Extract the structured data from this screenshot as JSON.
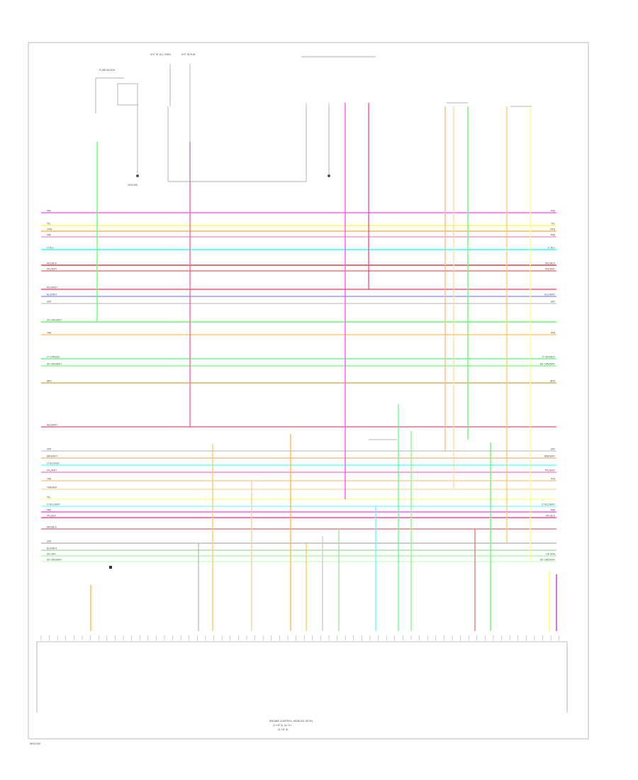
{
  "wires": [
    {
      "label_left": "PNK",
      "label_right": "PNK",
      "color": "#ff66ff"
    },
    {
      "label_left": "YEL",
      "label_right": "YEL",
      "color": "#ffff55"
    },
    {
      "label_left": "ORN",
      "label_right": "ORN",
      "color": "#ffb74d"
    },
    {
      "label_left": "PNK",
      "label_right": "PNK",
      "color": "#ff99cc"
    },
    {
      "label_left": "LT BLU",
      "label_right": "LT BLU",
      "color": "#33ffff"
    },
    {
      "label_left": "RED/BLK",
      "label_right": "RED/BLK",
      "color": "#e0404a"
    },
    {
      "label_left": "PPL/WHT",
      "label_right": "PPL/WHT",
      "color": "#ff7777"
    },
    {
      "label_left": "RED/WHT",
      "label_right": "",
      "color": "#ff5577"
    },
    {
      "label_left": "BLU/WHT",
      "label_right": "BLU/WHT",
      "color": "#9999ff"
    },
    {
      "label_left": "GRY",
      "label_right": "GRY",
      "color": "#cccccc"
    },
    {
      "label_left": "DK GRN/WHT",
      "label_right": "",
      "color": "#66ff66"
    },
    {
      "label_left": "TAN",
      "label_right": "TAN",
      "color": "#ffcc66"
    },
    {
      "label_left": "LT GRN/BLK",
      "label_right": "LT GRN/BLK",
      "color": "#66ff88"
    },
    {
      "label_left": "DK GRN/WHT",
      "label_right": "DK GRN/WHT",
      "color": "#88ff88"
    },
    {
      "label_left": "BRN",
      "label_right": "BRN",
      "color": "#d4b060"
    },
    {
      "label_left": "RED/WHT",
      "label_right": "",
      "color": "#ff6688"
    },
    {
      "label_left": "GRY",
      "label_right": "GRY",
      "color": "#cccccc"
    },
    {
      "label_left": "BRN/WHT",
      "label_right": "BRN/WHT",
      "color": "#ffbb88"
    },
    {
      "label_left": "LT BLU/BLK",
      "label_right": "",
      "color": "#66ffff"
    },
    {
      "label_left": "PPL/WHT",
      "label_right": "PPL/WHT",
      "color": "#ff88cc"
    },
    {
      "label_left": "TAN",
      "label_right": "TAN",
      "color": "#ffcc99"
    },
    {
      "label_left": "TAN/WHT",
      "label_right": "",
      "color": "#ffddaa"
    },
    {
      "label_left": "YEL",
      "label_right": "",
      "color": "#ffff88"
    },
    {
      "label_left": "LT BLU/WHT",
      "label_right": "LT BLU/WHT",
      "color": "#88ffff"
    },
    {
      "label_left": "PNK",
      "label_right": "PNK",
      "color": "#ff55ff"
    },
    {
      "label_left": "PPL/BLK",
      "label_right": "PPL/BLK",
      "color": "#ff4499"
    },
    {
      "label_left": "BRN/BLK",
      "label_right": "",
      "color": "#e08080"
    },
    {
      "label_left": "GRY",
      "label_right": "",
      "color": "#bbbbbb"
    },
    {
      "label_left": "BLK/WHT",
      "label_right": "",
      "color": "#aaddaa"
    },
    {
      "label_left": "DK GRN",
      "label_right": "DK GRN",
      "color": "#aaffaa"
    },
    {
      "label_left": "DK GRN/WHT",
      "label_right": "DK GRN/WHT",
      "color": "#ccffcc"
    }
  ],
  "components": {
    "fuse_block": "FUSE BLOCK",
    "ground": "GROUND",
    "hot_at_all_times": "HOT AT ALL TIMES",
    "hot_in_run": "HOT IN RUN",
    "ecm_title_1": "ENGINE CONTROL MODULE (ECM)",
    "ecm_title_2": "(2 OF 2) (4.7L)",
    "ecm_title_3": "(4 OF 4)"
  },
  "footer": {
    "code": "W0C000"
  }
}
